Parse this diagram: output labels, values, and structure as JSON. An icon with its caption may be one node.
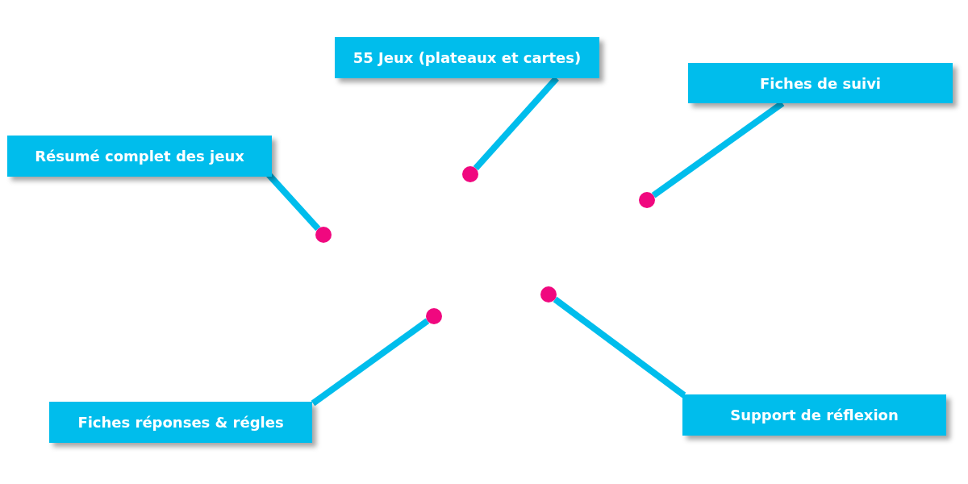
{
  "diagram": {
    "nodes": [
      {
        "text": [
          "55 Jeux (plateaux et cartes)"
        ]
      },
      {
        "text": [
          "Fiches de suivi"
        ]
      },
      {
        "text": [
          "Résumé complet des jeux"
        ]
      },
      {
        "text": [
          "Support de réflexion"
        ]
      },
      {
        "text": [
          "Fiches réponses & régles"
        ]
      },
      {
        "text": [],
        "shape": "circle"
      },
      {
        "text": [],
        "shape": "circle"
      },
      {
        "text": [],
        "shape": "circle"
      },
      {
        "text": [],
        "shape": "circle"
      },
      {
        "text": [],
        "shape": "circle"
      }
    ],
    "edges": [
      {
        "from": 0,
        "to": 5,
        "arrow": "none"
      },
      {
        "from": 1,
        "to": 6,
        "arrow": "none"
      },
      {
        "from": 2,
        "to": 7,
        "arrow": "none"
      },
      {
        "from": 3,
        "to": 8,
        "arrow": "none"
      },
      {
        "from": 4,
        "to": 9,
        "arrow": "none"
      }
    ]
  }
}
